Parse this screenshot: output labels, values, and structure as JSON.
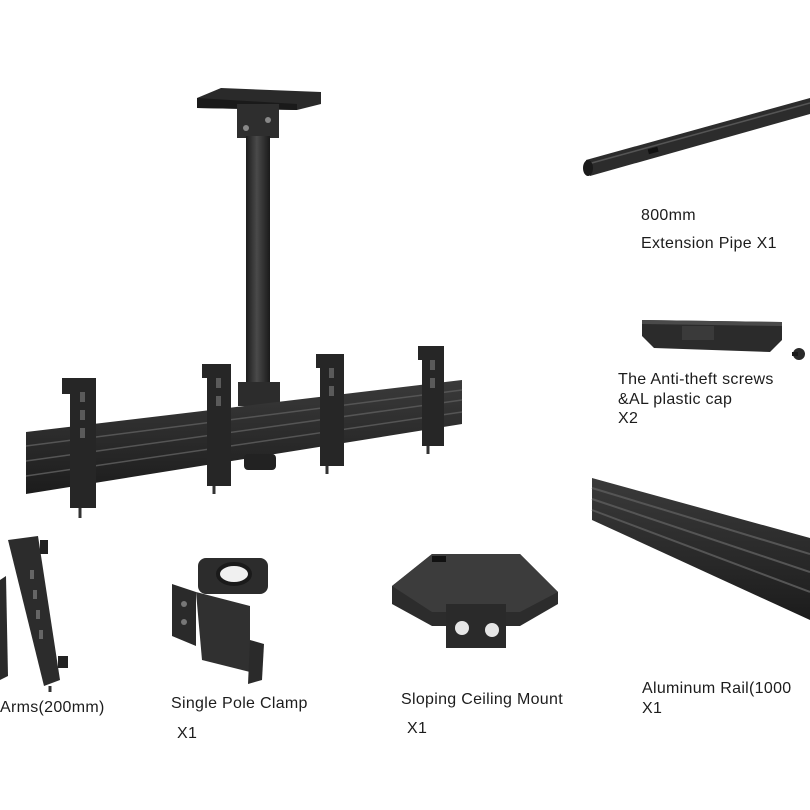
{
  "products": {
    "extension_pipe": {
      "length": "800mm",
      "name": "Extension Pipe X1"
    },
    "anti_theft": {
      "line1": "The Anti-theft screws",
      "line2": "&AL plastic cap",
      "qty": "X2"
    },
    "arms": {
      "name": "Arms(200mm)"
    },
    "pole_clamp": {
      "name": "Single Pole Clamp",
      "qty": "X1"
    },
    "ceiling_mount": {
      "name": "Sloping Ceiling Mount",
      "qty": "X1"
    },
    "aluminum_rail": {
      "name": "Aluminum Rail(1000",
      "qty": "X1"
    }
  },
  "colors": {
    "metal": "#2b2b2b",
    "metal_light": "#444444",
    "metal_dark": "#151515",
    "background": "#ffffff"
  }
}
